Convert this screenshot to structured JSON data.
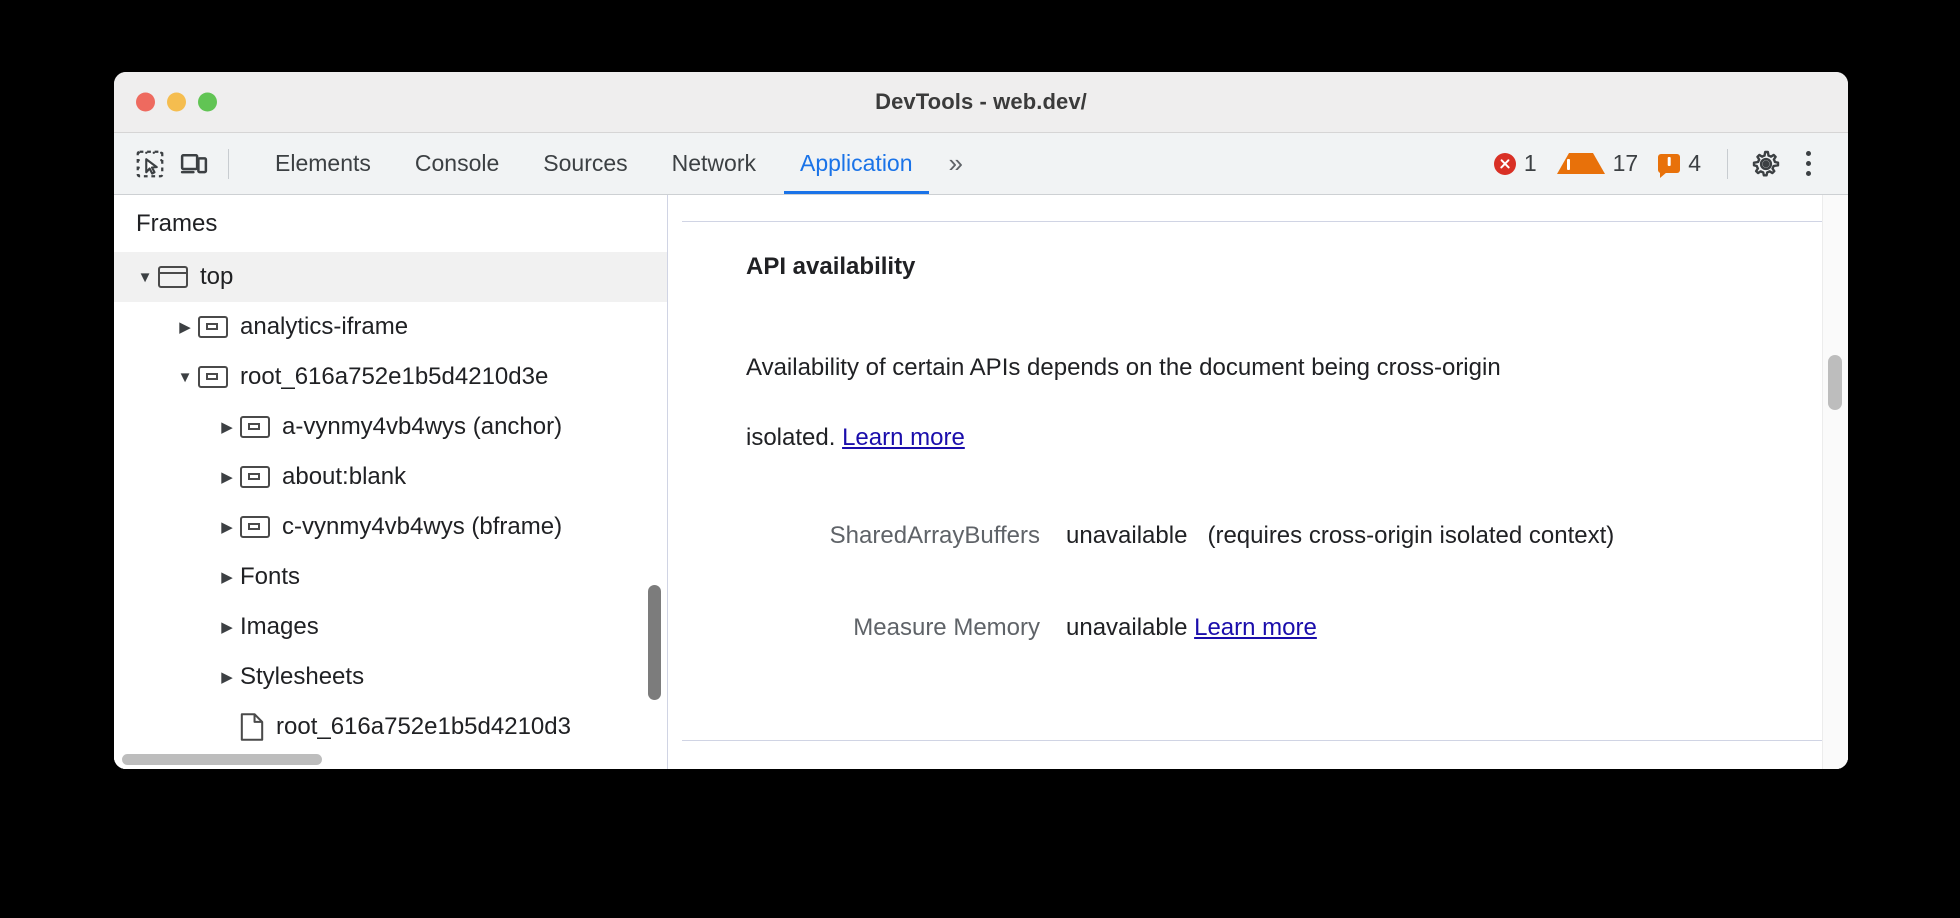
{
  "window": {
    "title": "DevTools - web.dev/",
    "traffic_lights": [
      "close",
      "minimize",
      "zoom"
    ]
  },
  "toolbar": {
    "inspect_icon": "inspect-element-icon",
    "device_icon": "device-toolbar-icon",
    "tabs": [
      {
        "label": "Elements",
        "active": false
      },
      {
        "label": "Console",
        "active": false
      },
      {
        "label": "Sources",
        "active": false
      },
      {
        "label": "Network",
        "active": false
      },
      {
        "label": "Application",
        "active": true
      }
    ],
    "more_tabs_label": "»",
    "counters": {
      "errors": "1",
      "warnings": "17",
      "issues": "4"
    },
    "settings_icon": "gear-icon",
    "menu_icon": "kebab-menu-icon",
    "accent_color": "#1a73e8",
    "error_color": "#d93025",
    "warning_color": "#e8710a"
  },
  "sidebar": {
    "header": "Frames",
    "items": [
      {
        "label": "top",
        "arrow": "▼",
        "icon": "page-frame-icon",
        "indent": 1,
        "selected": true
      },
      {
        "label": "analytics-iframe",
        "arrow": "▶",
        "icon": "sub-frame-icon",
        "indent": 2,
        "selected": false
      },
      {
        "label": "root_616a752e1b5d4210d3e",
        "arrow": "▼",
        "icon": "sub-frame-icon",
        "indent": 2,
        "selected": false
      },
      {
        "label": "a-vynmy4vb4wys (anchor)",
        "arrow": "▶",
        "icon": "sub-frame-icon",
        "indent": 3,
        "selected": false
      },
      {
        "label": "about:blank",
        "arrow": "▶",
        "icon": "sub-frame-icon",
        "indent": 3,
        "selected": false
      },
      {
        "label": "c-vynmy4vb4wys (bframe)",
        "arrow": "▶",
        "icon": "sub-frame-icon",
        "indent": 3,
        "selected": false
      },
      {
        "label": "Fonts",
        "arrow": "▶",
        "icon": "none",
        "indent": 3,
        "selected": false
      },
      {
        "label": "Images",
        "arrow": "▶",
        "icon": "none",
        "indent": 3,
        "selected": false
      },
      {
        "label": "Stylesheets",
        "arrow": "▶",
        "icon": "none",
        "indent": 3,
        "selected": false
      },
      {
        "label": "root_616a752e1b5d4210d3",
        "arrow": "",
        "icon": "document-icon",
        "indent": 3,
        "selected": false
      }
    ]
  },
  "main": {
    "heading": "API availability",
    "description_before_link": "Availability of certain APIs depends on the document being cross-origin isolated. ",
    "description_link": "Learn more",
    "rows": [
      {
        "key": "SharedArrayBuffers",
        "value": "unavailable",
        "note": "(requires cross-origin isolated context)",
        "link": ""
      },
      {
        "key": "Measure Memory",
        "value": "unavailable",
        "note": "",
        "link": "Learn more"
      }
    ],
    "link_color": "#1a0dab"
  }
}
